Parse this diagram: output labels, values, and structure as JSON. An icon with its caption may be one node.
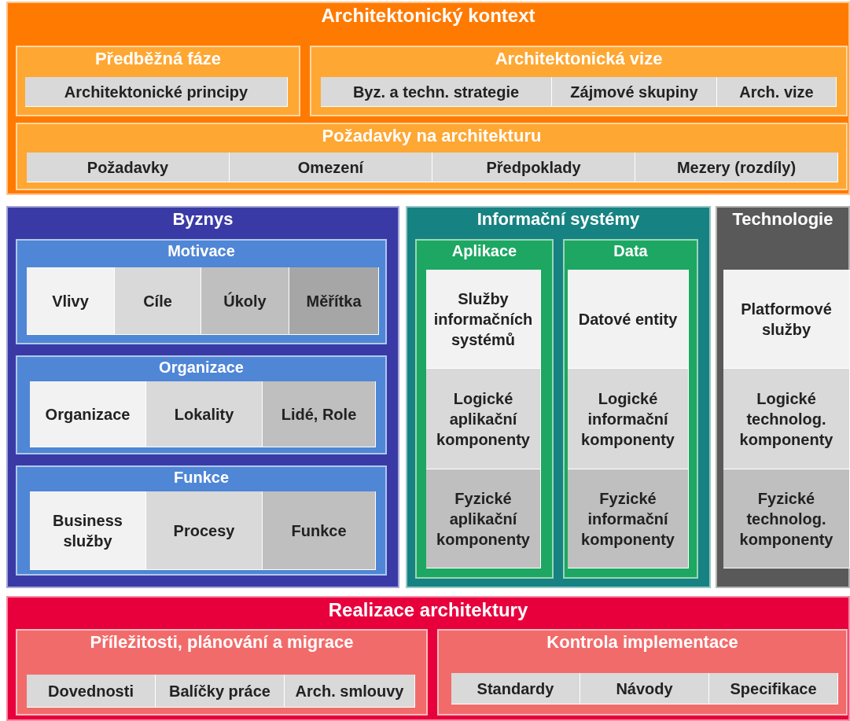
{
  "diagram": {
    "nodes": [
      {
        "text": [
          "Architektonický kontext"
        ]
      },
      {
        "text": [
          "Předběžná fáze"
        ],
        "in": 0
      },
      {
        "text": [
          "Architektonické principy"
        ],
        "in": 1
      },
      {
        "text": [
          "Architektonická vize"
        ],
        "in": 0
      },
      {
        "text": [
          "Byz. a techn. strategie"
        ],
        "in": 3
      },
      {
        "text": [
          "Zájmové skupiny"
        ],
        "in": 3
      },
      {
        "text": [
          "Arch. vize"
        ],
        "in": 3
      },
      {
        "text": [
          "Požadavky na architekturu"
        ],
        "in": 0
      },
      {
        "text": [
          "Požadavky"
        ],
        "in": 7
      },
      {
        "text": [
          "Omezení"
        ],
        "in": 7
      },
      {
        "text": [
          "Předpoklady"
        ],
        "in": 7
      },
      {
        "text": [
          "Mezery (rozdíly)"
        ],
        "in": 7
      },
      {
        "text": [
          "Byznys"
        ]
      },
      {
        "text": [
          "Motivace"
        ],
        "in": 12
      },
      {
        "text": [
          "Vlivy"
        ],
        "in": 13
      },
      {
        "text": [
          "Cíle"
        ],
        "in": 13
      },
      {
        "text": [
          "Úkoly"
        ],
        "in": 13
      },
      {
        "text": [
          "Měřítka"
        ],
        "in": 13
      },
      {
        "text": [
          "Organizace"
        ],
        "in": 12
      },
      {
        "text": [
          "Organizace"
        ],
        "in": 18
      },
      {
        "text": [
          "Lokality"
        ],
        "in": 18
      },
      {
        "text": [
          "Lidé, Role"
        ],
        "in": 18
      },
      {
        "text": [
          "Funkce"
        ],
        "in": 12
      },
      {
        "text": [
          "Business služby"
        ],
        "in": 22
      },
      {
        "text": [
          "Procesy"
        ],
        "in": 22
      },
      {
        "text": [
          "Funkce"
        ],
        "in": 22
      },
      {
        "text": [
          "Informační systémy"
        ]
      },
      {
        "text": [
          "Aplikace"
        ],
        "in": 26
      },
      {
        "text": [
          "Služby informačních systémů"
        ],
        "in": 27
      },
      {
        "text": [
          "Logické aplikační komponenty"
        ],
        "in": 27
      },
      {
        "text": [
          "Fyzické aplikační komponenty"
        ],
        "in": 27
      },
      {
        "text": [
          "Data"
        ],
        "in": 26
      },
      {
        "text": [
          "Datové entity"
        ],
        "in": 31
      },
      {
        "text": [
          "Logické informační komponenty"
        ],
        "in": 31
      },
      {
        "text": [
          "Fyzické informační komponenty"
        ],
        "in": 31
      },
      {
        "text": [
          "Technologie"
        ]
      },
      {
        "text": [
          "Platformové služby"
        ],
        "in": 35
      },
      {
        "text": [
          "Logické technolog. komponenty"
        ],
        "in": 35
      },
      {
        "text": [
          "Fyzické technolog. komponenty"
        ],
        "in": 35
      },
      {
        "text": [
          "Realizace architektury"
        ]
      },
      {
        "text": [
          "Příležitosti, plánování a migrace"
        ],
        "in": 39
      },
      {
        "text": [
          "Dovednosti"
        ],
        "in": 40
      },
      {
        "text": [
          "Balíčky práce"
        ],
        "in": 40
      },
      {
        "text": [
          "Arch. smlouvy"
        ],
        "in": 40
      },
      {
        "text": [
          "Kontrola implementace"
        ],
        "in": 39
      },
      {
        "text": [
          "Standardy"
        ],
        "in": 44
      },
      {
        "text": [
          "Návody"
        ],
        "in": 44
      },
      {
        "text": [
          "Specifikace"
        ],
        "in": 44
      }
    ]
  }
}
